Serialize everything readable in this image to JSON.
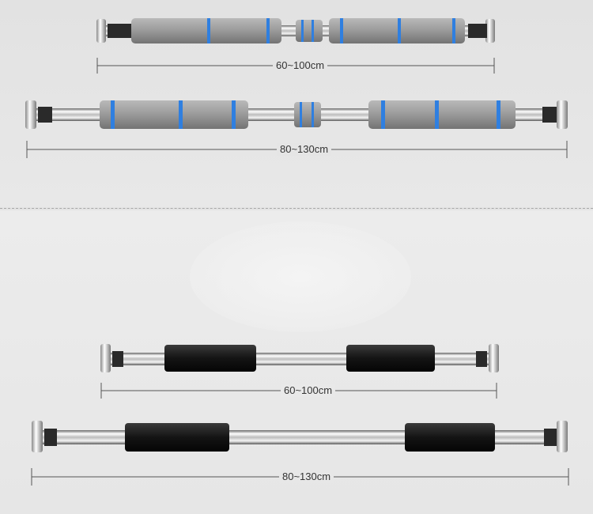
{
  "products": [
    {
      "name": "gray-foam-bar-short",
      "size_label": "60~100cm"
    },
    {
      "name": "gray-foam-bar-long",
      "size_label": "80~130cm"
    },
    {
      "name": "black-foam-bar-short",
      "size_label": "60~100cm"
    },
    {
      "name": "black-foam-bar-long",
      "size_label": "80~130cm"
    }
  ],
  "colors": {
    "background": "#e4e4e4",
    "gray_foam": "#9a9a9a",
    "blue_ring": "#2f7fe0",
    "black_foam": "#1a1a1a",
    "chrome": "#c8c8c8",
    "dimension_line": "#555555"
  }
}
